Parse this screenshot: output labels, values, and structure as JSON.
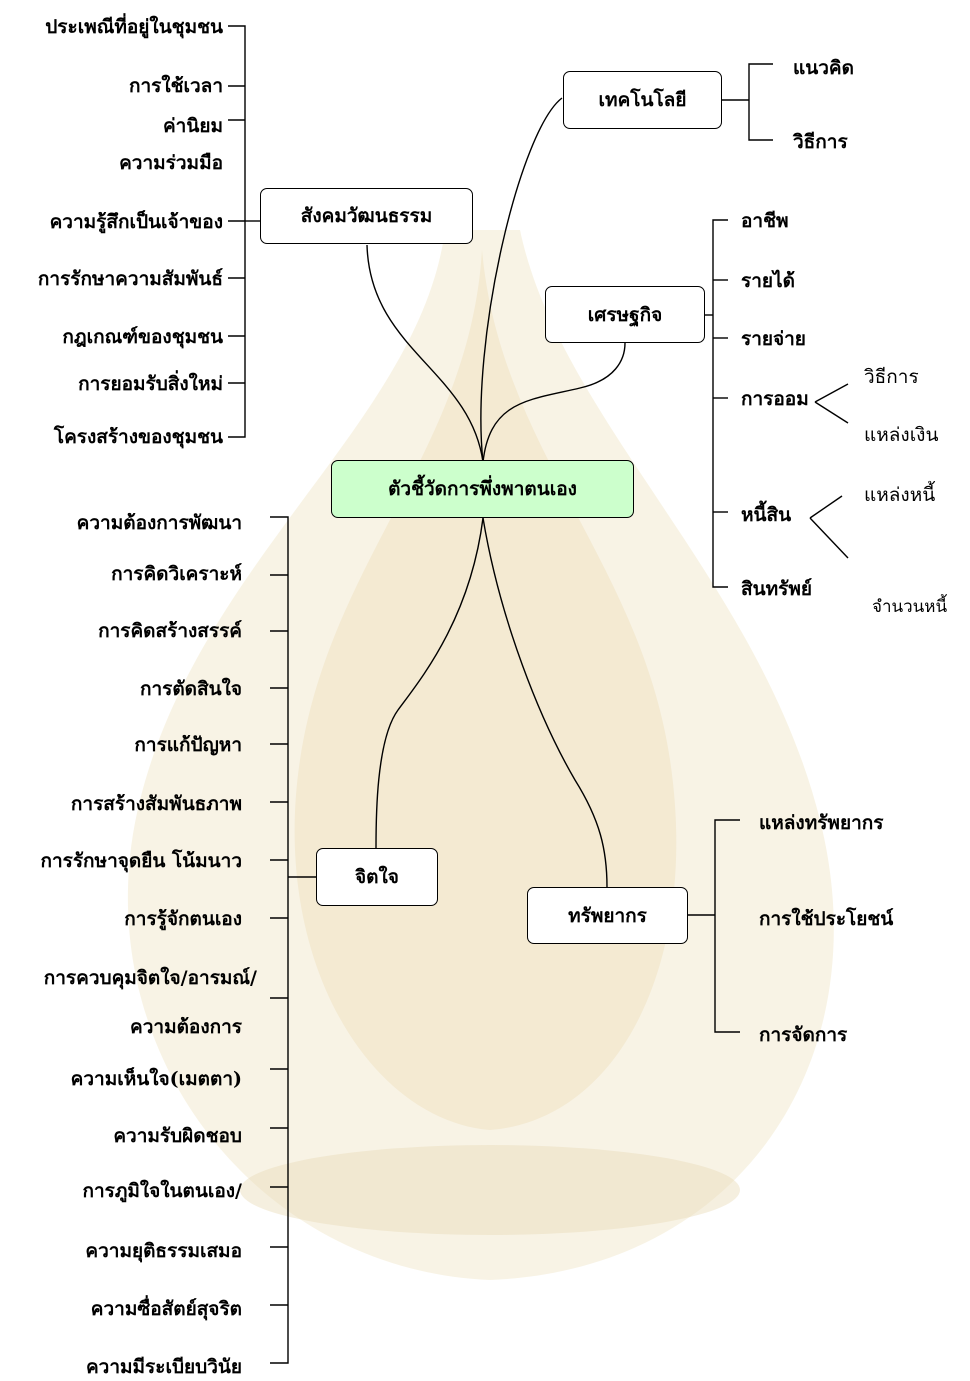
{
  "center": "ตัวชี้วัดการพึ่งพาตนเอง",
  "branches": {
    "society": {
      "label": "สังคมวัฒนธรรม",
      "items": [
        "ประเพณีที่อยู่ในชุมชน",
        "การใช้เวลา",
        "ค่านิยม",
        "ความร่วมมือ",
        "ความรู้สึกเป็นเจ้าของ",
        "การรักษาความสัมพันธ์",
        "กฎเกณฑ์ของชุมชน",
        "การยอมรับสิ่งใหม่",
        "โครงสร้างของชุมชน"
      ]
    },
    "technology": {
      "label": "เทคโนโลยี",
      "items": [
        "แนวคิด",
        "วิธีการ"
      ]
    },
    "economy": {
      "label": "เศรษฐกิจ",
      "items": [
        "อาชีพ",
        "รายได้",
        "รายจ่าย",
        "การออม",
        "หนี้สิน",
        "สินทรัพย์"
      ],
      "saving_sub": [
        "วิธีการ",
        "แหล่งเงิน"
      ],
      "debt_sub": [
        "แหล่งหนี้",
        "จำนวนหนี้"
      ]
    },
    "mind": {
      "label": "จิตใจ",
      "items": [
        "ความต้องการพัฒนา",
        "การคิดวิเคราะห์",
        "การคิดสร้างสรรค์",
        "การตัดสินใจ",
        "การแก้ปัญหา",
        "การสร้างสัมพันธภาพ",
        "การรักษาจุดยืน โน้มนาว",
        "การรู้จักตนเอง",
        "การควบคุมจิตใจ/อารมณ์/",
        "ความต้องการ",
        "ความเห็นใจ(เมตตา)",
        "ความรับผิดชอบ",
        "การภูมิใจในตนเอง/",
        "ความยุติธรรมเสมอ",
        "ความซื่อสัตย์สุจริต",
        "ความมีระเบียบวินัย"
      ]
    },
    "resources": {
      "label": "ทรัพยากร",
      "items": [
        "แหล่งทรัพยากร",
        "การใช้ประโยชน์",
        "การจัดการ"
      ]
    }
  }
}
